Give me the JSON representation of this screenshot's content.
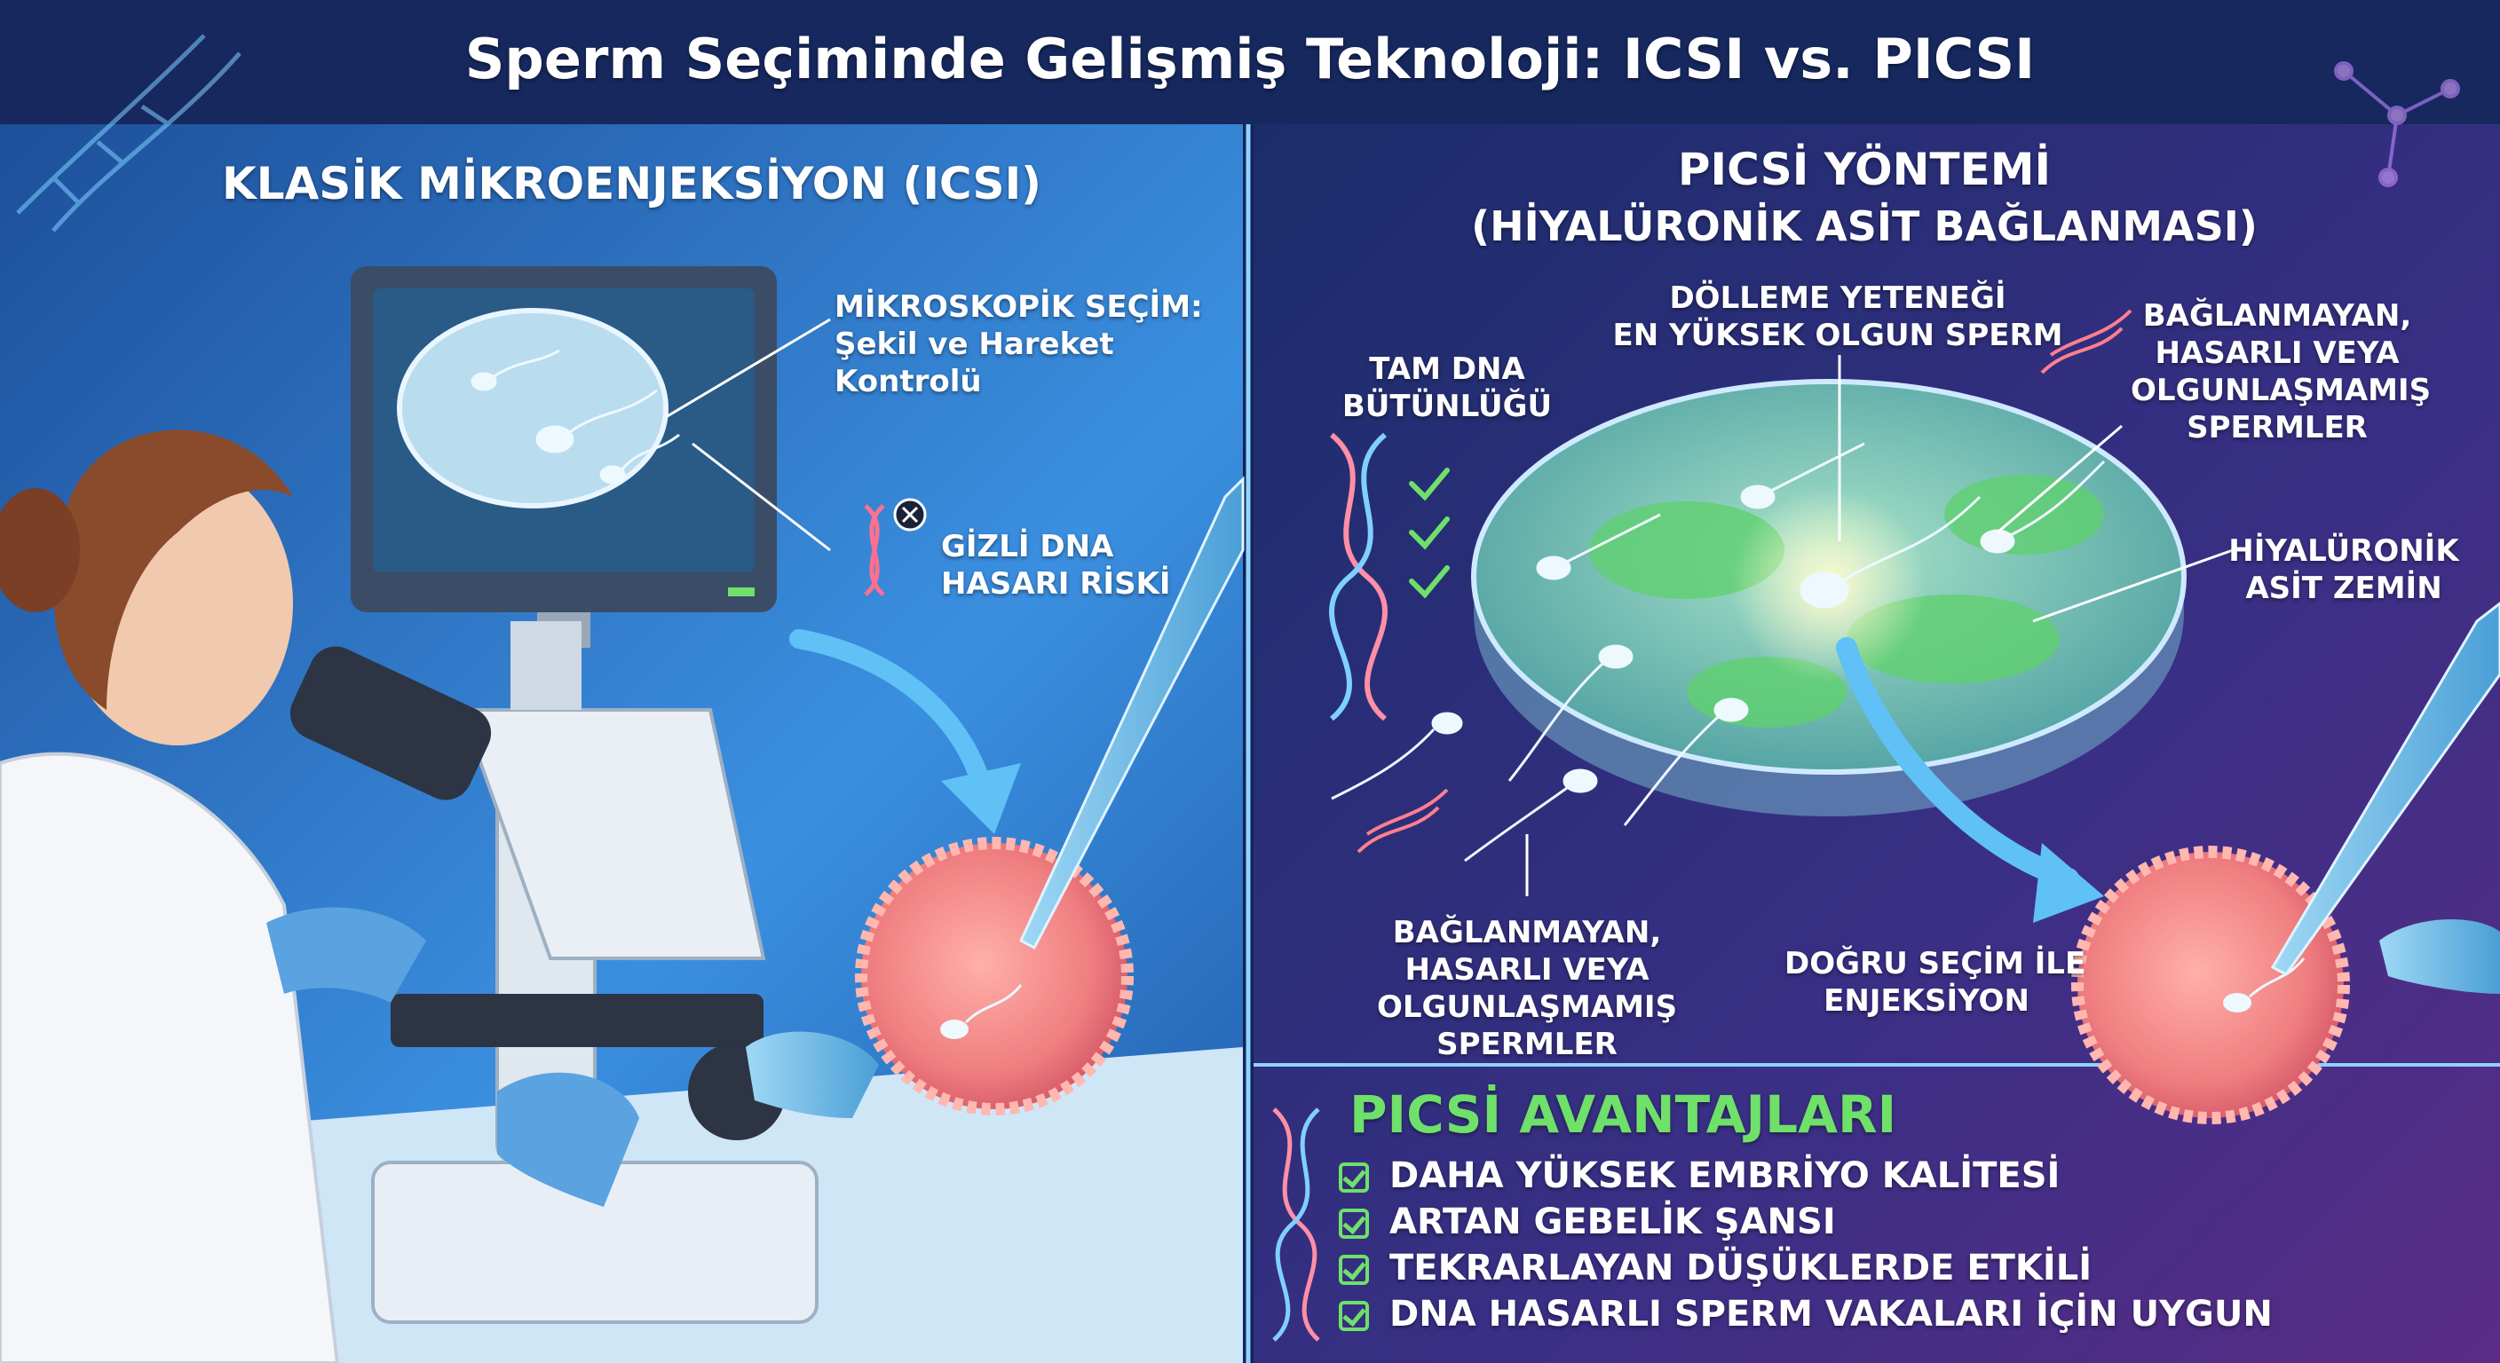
{
  "title": "Sperm Seçiminde Gelişmiş Teknoloji: ICSI vs. PICSI",
  "left_panel": {
    "heading": "KLASİK MİKROENJEKSİYON (ICSI)",
    "label_microscopic": "MİKROSKOPİK SEÇİM:\nŞekil ve Hareket\nKontrolü",
    "label_dna_risk": "GİZLİ DNA\nHASARI RİSKİ"
  },
  "right_panel": {
    "heading_line1": "PICSİ YÖNTEMİ",
    "heading_line2": "(HİYALÜRONİK ASİT BAĞLANMASI)",
    "label_full_dna": "TAM DNA\nBÜTÜNLÜĞÜ",
    "label_best_sperm": "DÖLLEME YETENEĞİ\nEN YÜKSEK OLGUN SPERM",
    "label_unbound_top": "BAĞLANMAYAN,\nHASARLI VEYA\nOLGUNLAŞMAMIŞ\nSPERMLER",
    "label_ha_base": "HİYALÜRONİK\nASİT ZEMİN",
    "label_unbound_bottom": "BAĞLANMAYAN,\nHASARLI VEYA\nOLGUNLAŞMAMIŞ\nSPERMLER",
    "label_injection": "DOĞRU SEÇİM İLE\nENJEKSİYON"
  },
  "advantages": {
    "title": "PICSİ AVANTAJLARI",
    "items": [
      "DAHA YÜKSEK EMBRİYO KALİTESİ",
      "ARTAN GEBELİK ŞANSI",
      "TEKRARLAYAN DÜŞÜKLERDE ETKİLİ",
      "DNA HASARLI SPERM VAKALARI İÇİN UYGUN"
    ]
  },
  "colors": {
    "accent_green": "#6fe06a",
    "left_bg": "#2e7fd0",
    "right_bg": "#3a2a7a",
    "egg": "#ef7d80"
  }
}
